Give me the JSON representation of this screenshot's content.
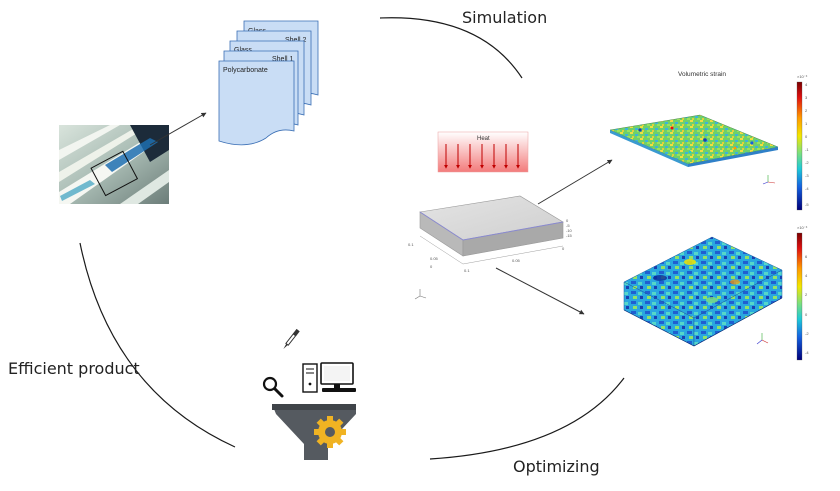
{
  "labels": {
    "simulation": "Simulation",
    "optimizing": "Optimizing",
    "efficient_product": "Efficient product"
  },
  "layers": [
    "Glass",
    "Shell 2",
    "Glass",
    "Shell 1",
    "Polycarbonate"
  ],
  "heat_label": "Heat",
  "volumetric_strain_title": "Volumetric strain",
  "colorbar_top": {
    "exponent": "×10⁻³",
    "ticks": [
      "4",
      "3",
      "2",
      "1",
      "0",
      "-1",
      "-2",
      "-3",
      "-4",
      "-5"
    ]
  },
  "colorbar_bottom": {
    "exponent": "×10⁻³",
    "ticks": [
      "6",
      "4",
      "2",
      "0",
      "-2",
      "-4"
    ]
  },
  "box_ticks": {
    "right": [
      "0",
      "-5",
      "-10",
      "-15"
    ],
    "front": [
      "0.1",
      "0.05",
      "0",
      "0.1",
      "0.05",
      "0"
    ]
  },
  "colors": {
    "arc": "#1a1a1a",
    "doc_fill": "#c9ddf5",
    "doc_stroke": "#3a6fb5",
    "heat_top": "#ffffff",
    "heat_bottom": "#f37b7b",
    "heat_arrow": "#c00000",
    "gear": "#f0b323",
    "funnel": "#555a60"
  },
  "icons": [
    "magnifier-icon",
    "pipette-icon",
    "computer-icon",
    "funnel-icon",
    "gear-icon"
  ]
}
